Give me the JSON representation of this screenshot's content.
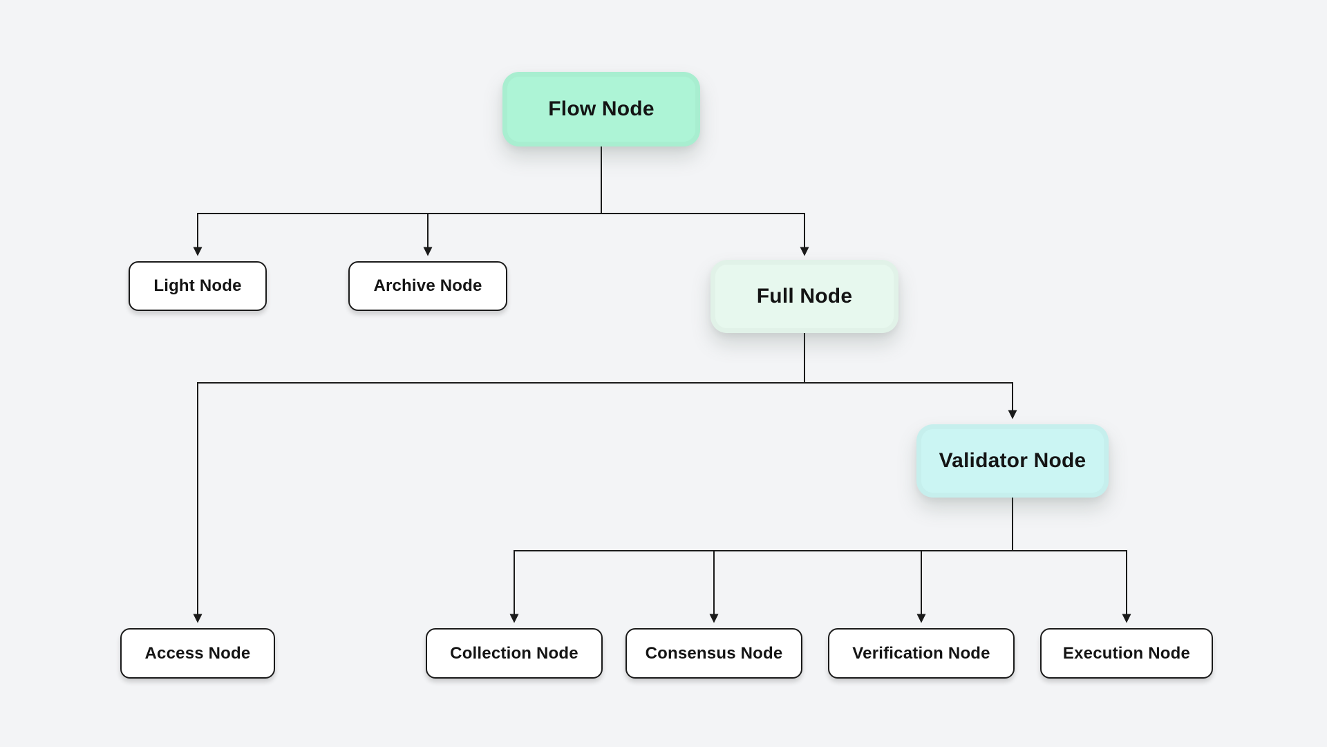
{
  "diagram": {
    "background_color": "#f3f4f6",
    "line_color": "#1a1a1a",
    "text_color": "#141414",
    "nodes": {
      "flow": {
        "label": "Flow Node",
        "fill": "#adf4d6",
        "level": 1
      },
      "light": {
        "label": "Light Node",
        "fill": "#ffffff",
        "level": 2
      },
      "archive": {
        "label": "Archive Node",
        "fill": "#ffffff",
        "level": 2
      },
      "full": {
        "label": "Full Node",
        "fill": "#e7f8ee",
        "level": 2
      },
      "access": {
        "label": "Access Node",
        "fill": "#ffffff",
        "level": 3
      },
      "validator": {
        "label": "Validator Node",
        "fill": "#cbf5f3",
        "level": 3
      },
      "collection": {
        "label": "Collection Node",
        "fill": "#ffffff",
        "level": 4
      },
      "consensus": {
        "label": "Consensus Node",
        "fill": "#ffffff",
        "level": 4
      },
      "verification": {
        "label": "Verification Node",
        "fill": "#ffffff",
        "level": 4
      },
      "execution": {
        "label": "Execution Node",
        "fill": "#ffffff",
        "level": 4
      }
    },
    "edges": [
      {
        "from": "flow",
        "to": [
          "light",
          "archive",
          "full"
        ]
      },
      {
        "from": "full",
        "to": [
          "access",
          "validator"
        ]
      },
      {
        "from": "validator",
        "to": [
          "collection",
          "consensus",
          "verification",
          "execution"
        ]
      }
    ]
  }
}
